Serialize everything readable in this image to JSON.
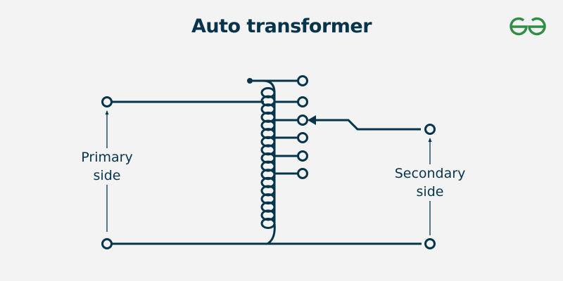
{
  "title": "Auto transformer",
  "logo": {
    "name": "GeeksforGeeks",
    "icon": "gfg-logo-icon",
    "color": "#2f8d46"
  },
  "labels": {
    "primary": [
      "Primary",
      "side"
    ],
    "secondary": [
      "Secondary",
      "side"
    ]
  },
  "diagram": {
    "stroke_color": "#06344a",
    "tap_count": 6,
    "selected_tap": 3,
    "coil_turns": 17
  }
}
